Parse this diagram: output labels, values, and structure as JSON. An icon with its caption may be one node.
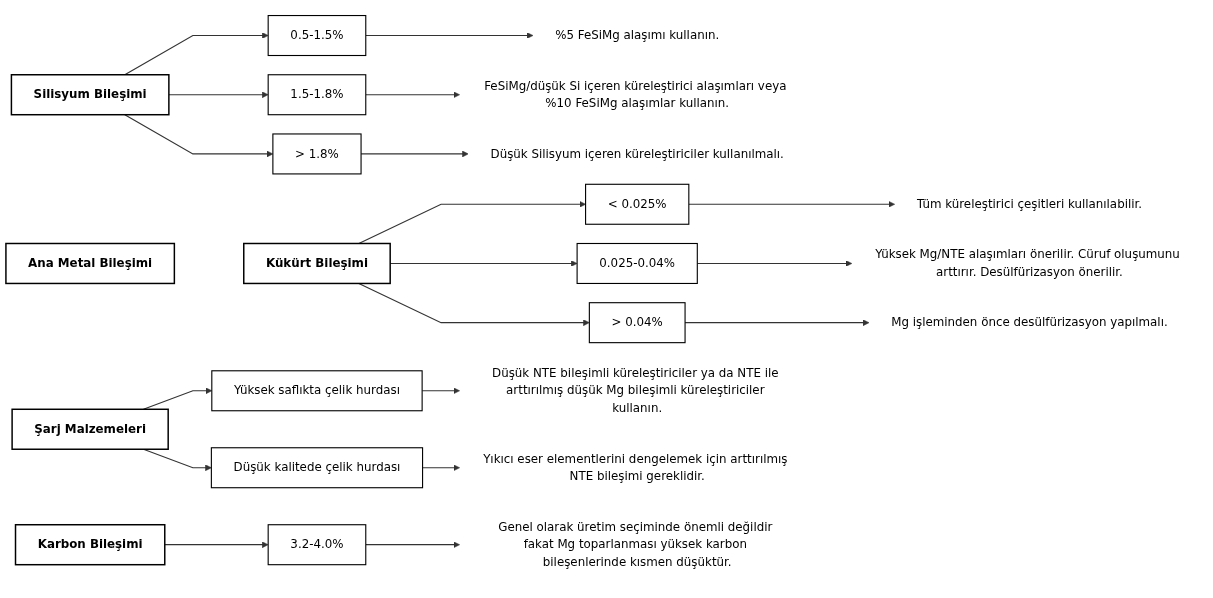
{
  "diagram": {
    "nodes": [
      {
        "text": [
          "Ana Metal Bileşimi"
        ]
      },
      {
        "text": [
          "Silisyum Bileşimi"
        ]
      },
      {
        "text": [
          "0.5-1.5%"
        ]
      },
      {
        "text": [
          "%5 FeSiMg alaşımı kullanın."
        ]
      },
      {
        "text": [
          "1.5-1.8%"
        ]
      },
      {
        "text": [
          "FeSiMg/düşük Si içeren küreleştirici alaşımları veya %10 FeSiMg alaşımlar kullanın."
        ]
      },
      {
        "text": [
          "> 1.8%"
        ]
      },
      {
        "text": [
          "Düşük Silisyum içeren küreleştiriciler kullanılmalı."
        ]
      },
      {
        "text": [
          "Kükürt Bileşimi"
        ]
      },
      {
        "text": [
          "< 0.025%"
        ]
      },
      {
        "text": [
          "Tüm küreleştirici çeşitleri kullanılabilir."
        ]
      },
      {
        "text": [
          "0.025-0.04%"
        ]
      },
      {
        "text": [
          "Yüksek Mg/NTE alaşımları önerilir. Cüruf oluşumunu arttırır. Desülfürizasyon önerilir."
        ]
      },
      {
        "text": [
          "> 0.04%"
        ]
      },
      {
        "text": [
          "Mg işleminden önce desülfürizasyon yapılmalı."
        ]
      },
      {
        "text": [
          "Şarj Malzemeleri"
        ]
      },
      {
        "text": [
          "Yüksek saflıkta çelik hurdası"
        ]
      },
      {
        "text": [
          "Düşük NTE bileşimli küreleştiriciler ya da NTE ile arttırılmış düşük Mg bileşimli küreleştiriciler kullanın."
        ]
      },
      {
        "text": [
          "Düşük kalitede çelik hurdası"
        ]
      },
      {
        "text": [
          "Yıkıcı eser elementlerini dengelemek için arttırılmış NTE bileşimi gereklidir."
        ]
      },
      {
        "text": [
          "Karbon Bileşimi"
        ]
      },
      {
        "text": [
          "3.2-4.0%"
        ]
      },
      {
        "text": [
          "Genel olarak üretim seçiminde önemli değildir fakat Mg toparlanması yüksek karbon bileşenlerinde kısmen düşüktür."
        ]
      }
    ],
    "edges": [
      {
        "from": 1,
        "to": 2,
        "arrow": "to"
      },
      {
        "from": 2,
        "to": 3,
        "arrow": "to"
      },
      {
        "from": 1,
        "to": 4,
        "arrow": "to"
      },
      {
        "from": 4,
        "to": 5,
        "arrow": "to"
      },
      {
        "from": 1,
        "to": 6,
        "arrow": "to"
      },
      {
        "from": 6,
        "to": 7,
        "arrow": "to"
      },
      {
        "from": 8,
        "to": 9,
        "arrow": "to"
      },
      {
        "from": 9,
        "to": 10,
        "arrow": "to"
      },
      {
        "from": 8,
        "to": 11,
        "arrow": "to"
      },
      {
        "from": 11,
        "to": 12,
        "arrow": "to"
      },
      {
        "from": 8,
        "to": 13,
        "arrow": "to"
      },
      {
        "from": 13,
        "to": 14,
        "arrow": "to"
      },
      {
        "from": 15,
        "to": 16,
        "arrow": "to"
      },
      {
        "from": 16,
        "to": 17,
        "arrow": "to"
      },
      {
        "from": 15,
        "to": 18,
        "arrow": "to"
      },
      {
        "from": 18,
        "to": 19,
        "arrow": "to"
      },
      {
        "from": 20,
        "to": 21,
        "arrow": "to"
      },
      {
        "from": 21,
        "to": 22,
        "arrow": "to"
      }
    ]
  }
}
